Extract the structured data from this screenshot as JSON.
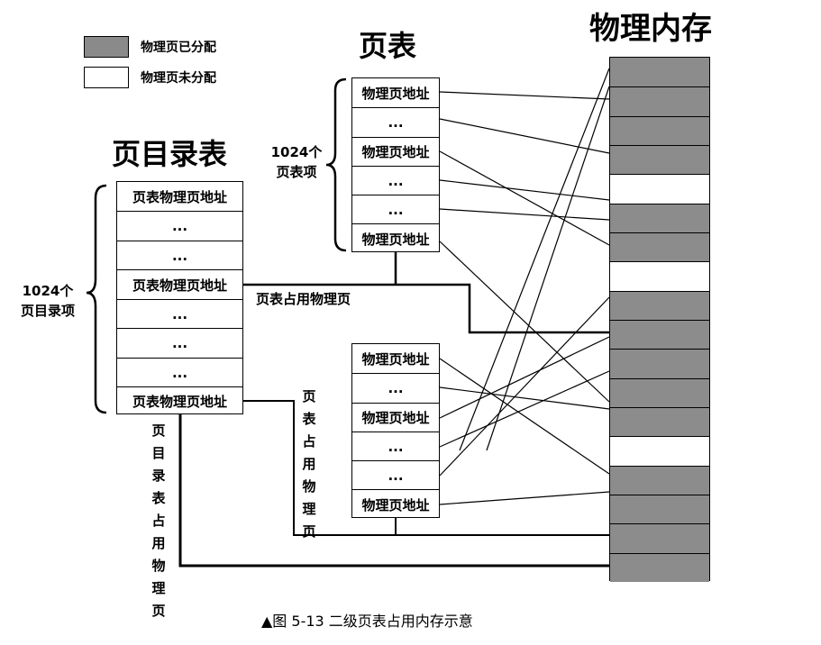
{
  "legend": {
    "allocated_label": "物理页已分配",
    "unallocated_label": "物理页未分配"
  },
  "titles": {
    "page_table": "页表",
    "page_directory": "页目录表",
    "physical_memory": "物理内存"
  },
  "page_directory": {
    "count_label_line1": "1024个",
    "count_label_line2": "页目录项",
    "entries": [
      "页表物理页地址",
      "...",
      "...",
      "页表物理页地址",
      "...",
      "...",
      "...",
      "页表物理页地址"
    ]
  },
  "page_table_1": {
    "count_label_line1": "1024个",
    "count_label_line2": "页表项",
    "entries": [
      "物理页地址",
      "...",
      "物理页地址",
      "...",
      "...",
      "物理页地址"
    ]
  },
  "page_table_2": {
    "entries": [
      "物理页地址",
      "...",
      "物理页地址",
      "...",
      "...",
      "物理页地址"
    ]
  },
  "labels": {
    "page_table_occupies_h": "页表占用物理页",
    "page_table_occupies_v": "页表占用物理页",
    "page_directory_occupies_v": "页目录表占用物理页"
  },
  "memory": {
    "blocks": [
      "allocated",
      "allocated",
      "allocated",
      "allocated",
      "free",
      "allocated",
      "allocated",
      "free",
      "allocated",
      "allocated",
      "allocated",
      "allocated",
      "allocated",
      "free",
      "allocated",
      "allocated",
      "allocated",
      "allocated"
    ]
  },
  "colors": {
    "allocated": "#8c8c8c",
    "unallocated": "#ffffff",
    "line": "#000000"
  },
  "caption": "▲图 5-13   二级页表占用内存示意"
}
